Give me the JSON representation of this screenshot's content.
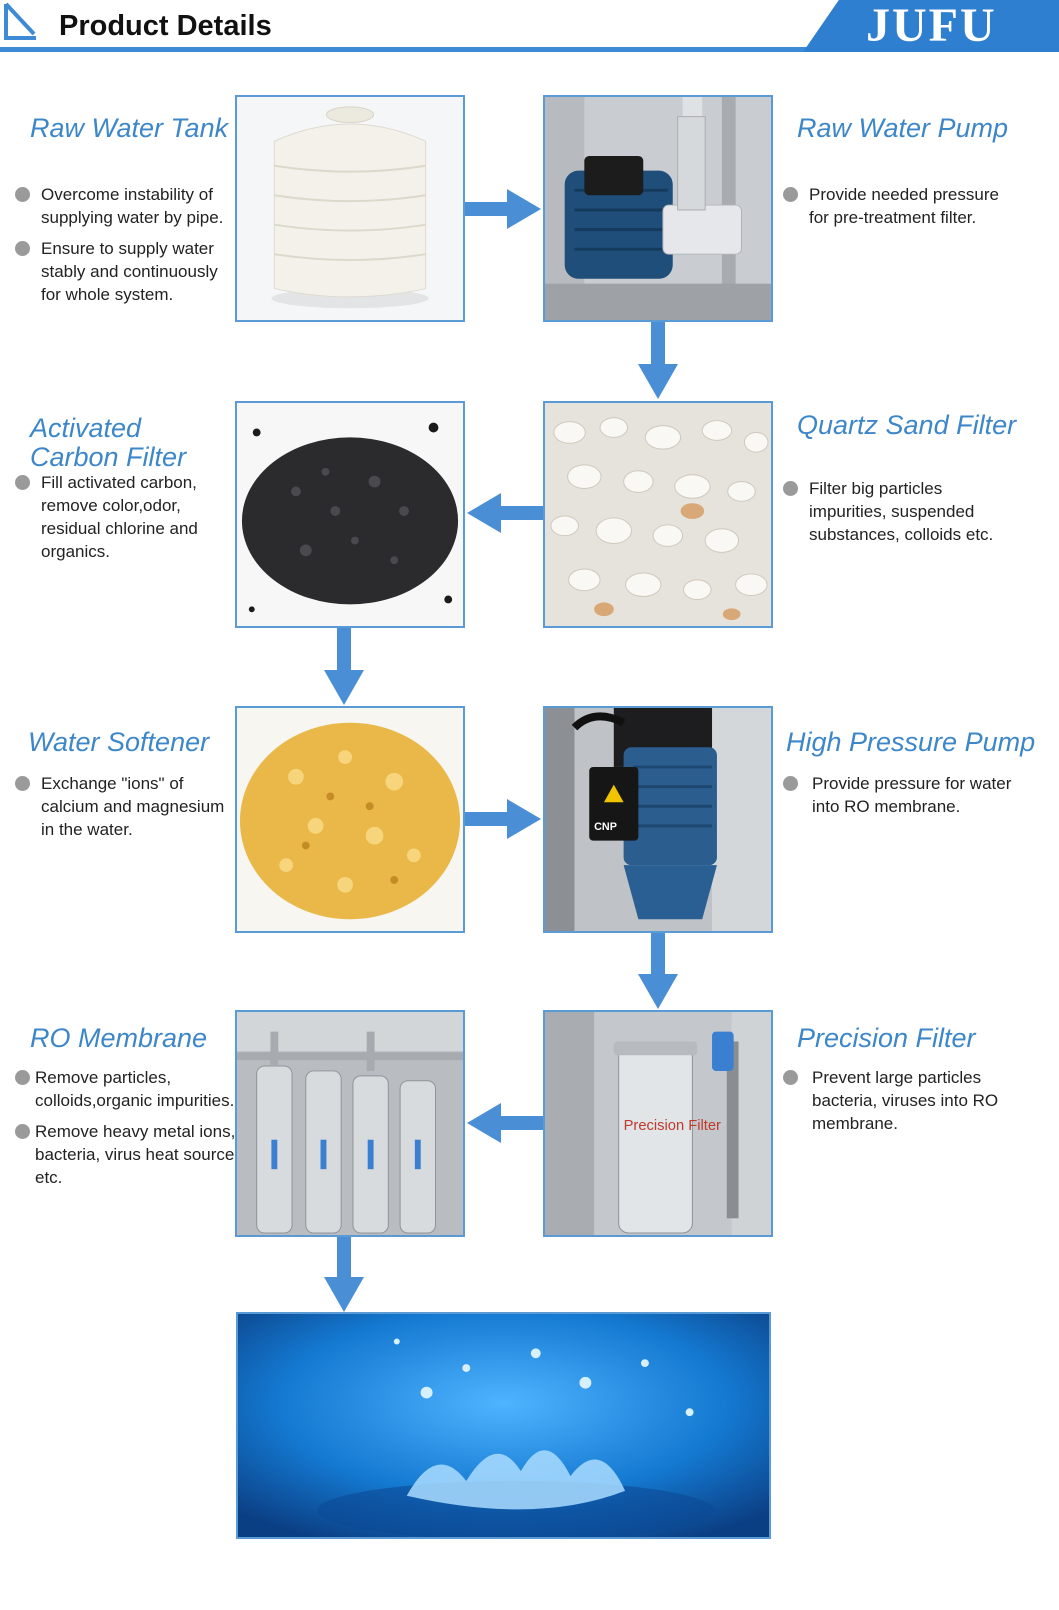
{
  "header": {
    "title": "Product Details",
    "logo": "JUFU"
  },
  "colors": {
    "accent": "#3d8ad6",
    "title": "#3d87c9",
    "bullet": "#9a9a9a"
  },
  "steps": {
    "raw_water_tank": {
      "title": "Raw Water Tank",
      "bullets": [
        "Overcome instability of supplying water by pipe.",
        "Ensure to supply water stably and continuously for whole system."
      ]
    },
    "raw_water_pump": {
      "title": "Raw Water Pump",
      "bullets": [
        "Provide needed pressure for pre-treatment filter."
      ]
    },
    "quartz_sand_filter": {
      "title": "Quartz Sand Filter",
      "bullets": [
        "Filter big particles impurities, suspended substances, colloids etc."
      ]
    },
    "activated_carbon_filter": {
      "title": "Activated Carbon Filter",
      "bullets": [
        "Fill activated carbon, remove color,odor, residual chlorine and organics."
      ]
    },
    "water_softener": {
      "title": "Water Softener",
      "bullets": [
        "Exchange \"ions\" of calcium and magnesium in the water."
      ]
    },
    "high_pressure_pump": {
      "title": "High Pressure Pump",
      "bullets": [
        "Provide pressure for water into RO membrane."
      ]
    },
    "precision_filter": {
      "title": "Precision Filter",
      "bullets": [
        "Prevent large particles bacteria, viruses into RO membrane."
      ]
    },
    "ro_membrane": {
      "title": "RO Membrane",
      "bullets": [
        "Remove particles, colloids,organic impurities.",
        "Remove heavy metal ions, bacteria, virus heat source etc."
      ]
    }
  },
  "photo_labels": {
    "precision_filter_text": "Precision Filter",
    "pump_brand": "CNP"
  }
}
